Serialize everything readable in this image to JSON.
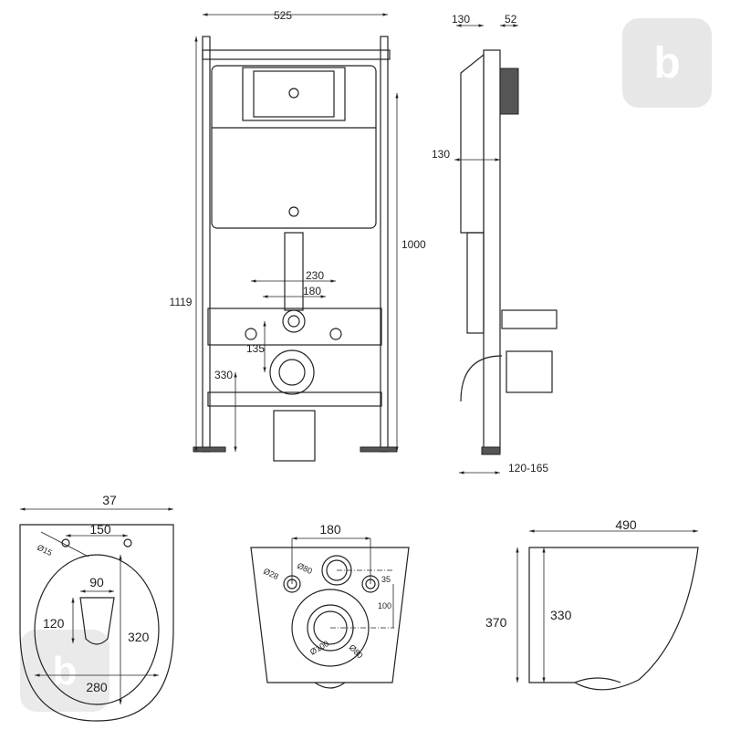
{
  "front_view": {
    "width": "525",
    "height_total": "1119",
    "height_frame": "1000",
    "outlet_spacing_outer": "230",
    "outlet_spacing_inner": "180",
    "outlet_offset": "135",
    "drain_height": "330"
  },
  "side_view": {
    "depth": "130",
    "flush_plate": "52",
    "cistern_depth": "130",
    "wall_range": "120-165"
  },
  "top_view": {
    "width": "37",
    "bolt_spacing": "150",
    "bolt_diameter": "Ø15",
    "seat_width": "90",
    "seat_depth": "120",
    "bowl_depth": "320",
    "bowl_width": "280"
  },
  "back_view": {
    "bolt_spacing": "180",
    "bolt_diameter": "Ø28",
    "inlet_diameter": "Ø80",
    "inlet_offset": "35",
    "drain_offset": "100",
    "drain_inner": "Ø80",
    "drain_outer": "Ø100"
  },
  "profile_view": {
    "length": "490",
    "height_total": "370",
    "height_rim": "330"
  },
  "watermark": "logo"
}
